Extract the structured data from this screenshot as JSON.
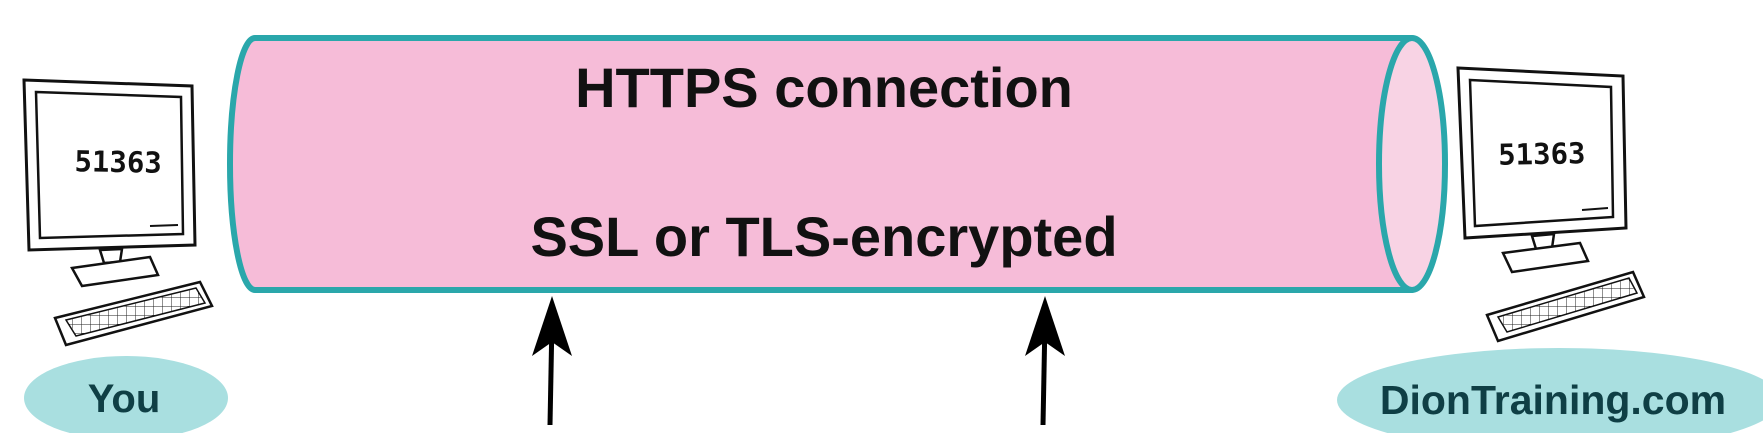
{
  "colors": {
    "tunnel_fill": "#f6bcd8",
    "tunnel_end_fill": "#f8d3e4",
    "tunnel_stroke": "#2aa7ab",
    "label_bubble": "#a9dfe0",
    "label_text": "#0f3f45",
    "text": "#111111"
  },
  "tunnel": {
    "title": "HTTPS connection",
    "subtitle": "SSL or TLS-encrypted"
  },
  "left_computer": {
    "screen_text": "51363",
    "label": "You",
    "icon": "desktop-computer-icon"
  },
  "right_computer": {
    "screen_text": "51363",
    "label": "DionTraining.com",
    "icon": "desktop-computer-icon"
  },
  "arrows": {
    "count": 2,
    "direction": "up",
    "icon": "arrow-up-icon"
  }
}
